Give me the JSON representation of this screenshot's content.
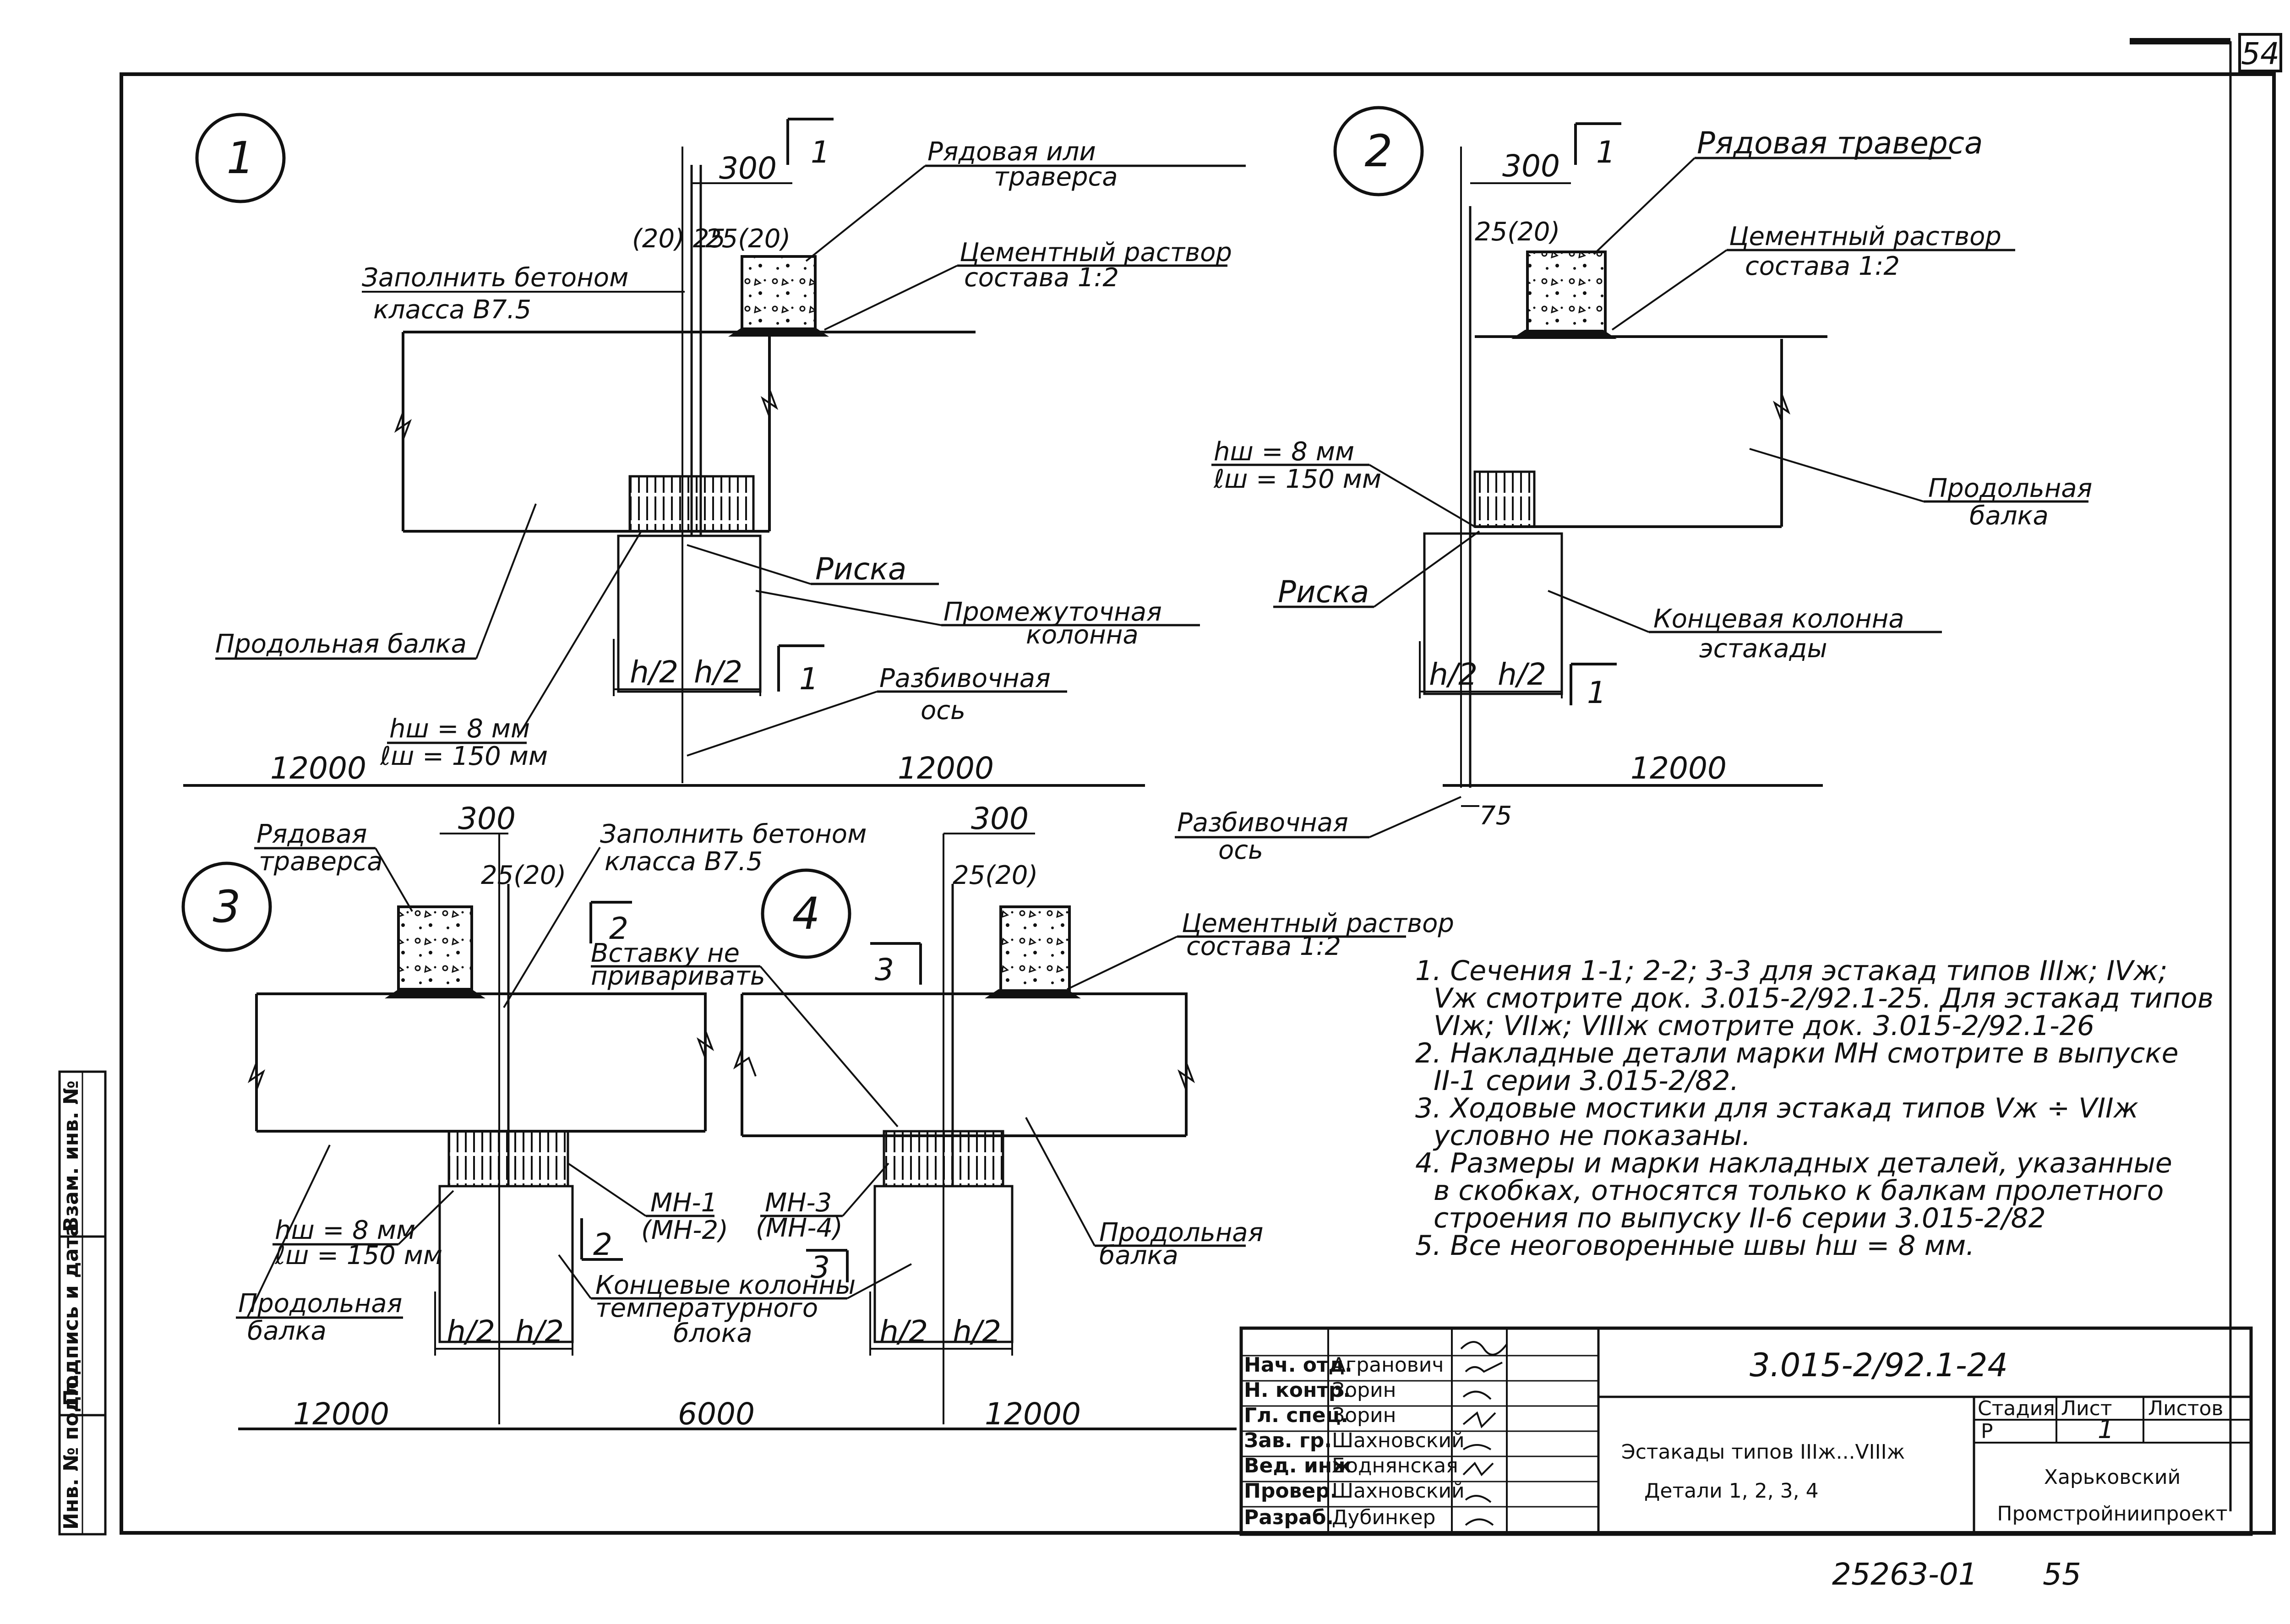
{
  "sheet": {
    "page_number": "54",
    "bottom_number": "25263-01",
    "bottom_page": "55"
  },
  "views": {
    "v1": {
      "num": "1",
      "dim_top": "300",
      "dim_left": "(20) 25",
      "dim_right": "25(20)",
      "label_traverse_1": "Рядовая или",
      "label_traverse_2": "траверса",
      "label_mortar_1": "Цементный раствор",
      "label_mortar_2": "состава 1:2",
      "label_fill_1": "Заполнить бетоном",
      "label_fill_2": "класса В7.5",
      "label_beam": "Продольная балка",
      "label_risk": "Риска",
      "label_column_1": "Промежуточная",
      "label_column_2": "колонна",
      "label_axis_1": "Разбивочная",
      "label_axis_2": "ось",
      "weld_1": "hш = 8 мм",
      "weld_2": "ℓш = 150 мм",
      "half_left": "h/2",
      "half_right": "h/2",
      "span_left": "12000",
      "span_right": "12000",
      "section": "1"
    },
    "v2": {
      "num": "2",
      "dim_top": "300",
      "dim_side": "25(20)",
      "label_traverse": "Рядовая траверса",
      "label_mortar_1": "Цементный раствор",
      "label_mortar_2": "состава 1:2",
      "weld_1": "hш = 8 мм",
      "weld_2": "ℓш = 150 мм",
      "label_beam_1": "Продольная",
      "label_beam_2": "балка",
      "label_risk": "Риска",
      "label_column_1": "Концевая колонна",
      "label_column_2": "эстакады",
      "label_axis_1": "Разбивочная",
      "label_axis_2": "ось",
      "half_left": "h/2",
      "half_right": "h/2",
      "span": "12000",
      "dim_75": "75",
      "section": "1"
    },
    "v3": {
      "num": "3",
      "dim_top": "300",
      "dim_side": "25(20)",
      "label_traverse_1": "Рядовая",
      "label_traverse_2": "траверса",
      "label_fill_1": "Заполнить бетоном",
      "label_fill_2": "класса В7.5",
      "label_insert_1": "Вставку не",
      "label_insert_2": "приваривать",
      "label_beam_1": "Продольная",
      "label_beam_2": "балка",
      "weld_1": "hш = 8 мм",
      "weld_2": "ℓш = 150 мм",
      "mark_1": "МН-1",
      "mark_2": "(МН-2)",
      "half_left": "h/2",
      "half_right": "h/2",
      "section": "2"
    },
    "v4": {
      "num": "4",
      "dim_top": "300",
      "dim_side": "25(20)",
      "label_mortar_1": "Цементный раствор",
      "label_mortar_2": "состава 1:2",
      "mark_1": "МН-3",
      "mark_2": "(МН-4)",
      "label_beam_1": "Продольная",
      "label_beam_2": "балка",
      "label_columns_1": "Концевые колонны",
      "label_columns_2": "температурного",
      "label_columns_3": "блока",
      "half_left": "h/2",
      "half_right": "h/2",
      "section": "3"
    },
    "bottom_spans": {
      "left": "12000",
      "middle": "6000",
      "right": "12000"
    }
  },
  "notes": [
    "1. Сечения 1-1; 2-2; 3-3 для эстакад типов IIIж; IVж;",
    "Vж смотрите док. 3.015-2/92.1-25. Для эстакад типов",
    "VIж; VIIж; VIIIж смотрите док. 3.015-2/92.1-26",
    "2. Накладные детали марки МН смотрите в выпуске",
    "II-1 серии 3.015-2/82.",
    "3. Ходовые мостики для эстакад типов Vж ÷ VIIж",
    "условно не показаны.",
    "4. Размеры и марки накладных деталей, указанные",
    "в скобках, относятся только к балкам пролетного",
    "строения по выпуску II-6 серии 3.015-2/82",
    "5. Все неоговоренные швы hш = 8 мм."
  ],
  "stamp": {
    "doc_code": "3.015-2/92.1-24",
    "rows": [
      {
        "role": "Нач. отд.",
        "name": "Агранович"
      },
      {
        "role": "Н. контр.",
        "name": "Зорин"
      },
      {
        "role": "Гл. спец.",
        "name": "Зорин"
      },
      {
        "role": "Зав. гр.",
        "name": "Шахновский"
      },
      {
        "role": "Вед. инж",
        "name": "Боднянская"
      },
      {
        "role": "Провер.",
        "name": "Шахновский"
      },
      {
        "role": "Разраб.",
        "name": "Дубинкер"
      }
    ],
    "title_1": "Эстакады типов IIIж...VIIIж",
    "title_2": "Детали 1, 2, 3, 4",
    "stage_label": "Стадия",
    "sheet_label": "Лист",
    "sheets_label": "Листов",
    "stage": "Р",
    "sheet": "1",
    "org_1": "Харьковский",
    "org_2": "Промстройниипроект"
  },
  "side_stamp": {
    "col_1": "Инв. № подл.",
    "col_2": "Подпись и дата",
    "col_3": "Взам. инв. №"
  }
}
